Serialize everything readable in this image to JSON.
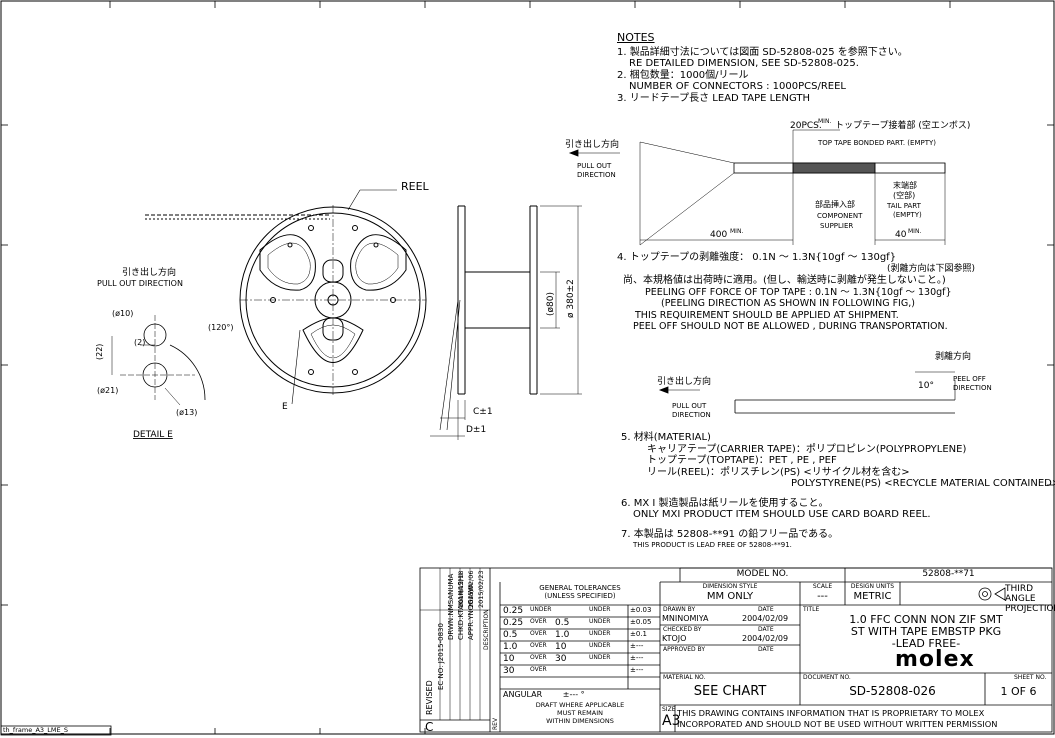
{
  "notes": {
    "heading": "NOTES",
    "n1_jp": "1. 製品詳細寸法については図面 SD-52808-025 を参照下さい。",
    "n1_en": "RE DETAILED DIMENSION, SEE SD-52808-025.",
    "n2_jp": "2. 梱包数量：1000個/リール",
    "n2_en": "NUMBER OF CONNECTORS : 1000PCS/REEL",
    "n3": "3. リードテープ長さ LEAD TAPE LENGTH",
    "n4_jp": "4. トップテープの剥離強度： 0.1N ～ 1.3N{10gf ～ 130gf}",
    "n4_jp2": "(剥離方向は下図参照)",
    "n4_jp3": "尚、本規格値は出荷時に適用。(但し、輸送時に剥離が発生しないこと。)",
    "n4_en1": "PEELING OFF FORCE OF TOP TAPE : 0.1N ～ 1.3N{10gf ～ 130gf}",
    "n4_en2": "(PEELING DIRECTION AS SHOWN IN FOLLOWING FIG,)",
    "n4_en3": "THIS REQUIREMENT SHOULD BE APPLIED AT SHIPMENT.",
    "n4_en4": "PEEL OFF SHOULD NOT BE ALLOWED , DURING TRANSPORTATION.",
    "n5": "5. 材料(MATERIAL)",
    "n5_a": "キャリアテープ(CARRIER TAPE)：ポリプロピレン(POLYPROPYLENE)",
    "n5_b": "トップテープ(TOPTAPE)：PET , PE , PEF",
    "n5_c": "リール(REEL)：ポリスチレン(PS) <リサイクル材を含む>",
    "n5_d": "POLYSTYRENE(PS) <RECYCLE MATERIAL CONTAINED>",
    "n6_jp": "6. MX I 製造製品は紙リールを使用すること。",
    "n6_en": "ONLY MXI PRODUCT ITEM SHOULD USE CARD BOARD REEL.",
    "n7_jp": "7. 本製品は 52808-**91 の鉛フリー品である。",
    "n7_en": "THIS PRODUCT IS LEAD FREE OF 52808-**91."
  },
  "lead_tape": {
    "pcs": "20PCS.",
    "min_sup": "MIN.",
    "top_jp": "トップテープ接着部 (空エンボス)",
    "top_en": "TOP TAPE BONDED PART. (EMPTY)",
    "pull_jp": "引き出し方向",
    "pull_en1": "PULL OUT",
    "pull_en2": "DIRECTION",
    "comp_jp": "部品挿入部",
    "comp_en1": "COMPONENT",
    "comp_en2": "SUPPLIER",
    "tail_jp1": "末端部",
    "tail_jp2": "(空部)",
    "tail_en1": "TAIL PART",
    "tail_en2": "(EMPTY)",
    "d400": "400",
    "d40": "40",
    "min": "MIN."
  },
  "peel": {
    "pull_jp": "引き出し方向",
    "pull_en1": "PULL OUT",
    "pull_en2": "DIRECTION",
    "peel_jp": "剥離方向",
    "peel_en1": "PEEL OFF",
    "peel_en2": "DIRECTION",
    "angle": "10°"
  },
  "reel": {
    "label": "REEL",
    "pull_jp": "引き出し方向",
    "pull_en": "PULL OUT DIRECTION",
    "d10": "(ø10)",
    "d2": "(2)",
    "d22": "(22)",
    "d21": "(ø21)",
    "d13": "(ø13)",
    "a120": "(120°)",
    "e": "E",
    "detail": "DETAIL E",
    "d80": "(ø80)",
    "d380": "ø 380±2",
    "c": "C±1",
    "d": "D±1"
  },
  "title_block": {
    "revised": "REVISED",
    "ec": "EC NO: J2015-0830",
    "drwn": "DRWN:NMSANUMA",
    "chkd": "CHKD:KTAKAHASHI",
    "appr": "APPR:YNOGAWA",
    "date1": "2014/12/18",
    "date2": "2015/02/06",
    "date3": "2015/02/23",
    "rev_letter": "C",
    "description": "DESCRIPTION",
    "rev": "REV",
    "gen_tol": "GENERAL TOLERANCES",
    "unless": "(UNLESS SPECIFIED)",
    "tol_rows": [
      [
        "0.25",
        "UNDER",
        "",
        "UNDER",
        "±0.03"
      ],
      [
        "0.25",
        "OVER",
        "0.5",
        "UNDER",
        "±0.05"
      ],
      [
        "0.5",
        "OVER",
        "1.0",
        "UNDER",
        "±0.1"
      ],
      [
        "1.0",
        "OVER",
        "10",
        "UNDER",
        "±---"
      ],
      [
        "10",
        "OVER",
        "30",
        "UNDER",
        "±---"
      ],
      [
        "30",
        "OVER",
        "",
        "",
        "±---"
      ]
    ],
    "angular": "ANGULAR",
    "angular_val": "±--- °",
    "draft1": "DRAFT WHERE APPLICABLE",
    "draft2": "MUST REMAIN",
    "draft3": "WITHIN DIMENSIONS",
    "model_no": "MODEL NO.",
    "model_val": "52808-**71",
    "dim_style": "DIMENSION STYLE",
    "dim_val": "MM ONLY",
    "scale": "SCALE",
    "scale_val": "---",
    "design_units": "DESIGN UNITS",
    "design_val": "METRIC",
    "third1": "THIRD ANGLE",
    "third2": "PROJECTION",
    "drawn_by": "DRAWN BY",
    "date": "DATE",
    "drawn_name": "MNINOMIYA",
    "drawn_date": "2004/02/09",
    "checked_by": "CHECKED BY",
    "checked_name": "KTOJO",
    "checked_date": "2004/02/09",
    "approved_by": "APPROVED BY",
    "title_lbl": "TITLE",
    "title1": "1.0 FFC CONN NON ZIF SMT",
    "title2": "ST WITH TAPE EMBSTP PKG",
    "title3": "-LEAD FREE-",
    "logo": "molex",
    "material_no": "MATERIAL NO.",
    "material_val": "SEE CHART",
    "document_no": "DOCUMENT NO.",
    "document_val": "SD-52808-026",
    "sheet_no": "SHEET NO.",
    "sheet_val": "1 OF 6",
    "size": "SIZE",
    "size_val": "A3",
    "prop1": "THIS DRAWING CONTAINS INFORMATION THAT IS PROPRIETARY TO MOLEX",
    "prop2": "INCORPORATED AND SHOULD NOT BE USED WITHOUT WRITTEN PERMISSION"
  },
  "footer": {
    "frame": "th_frame_A3_LME_S"
  }
}
